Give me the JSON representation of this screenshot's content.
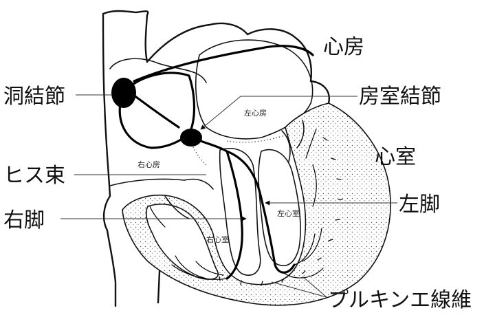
{
  "labels": {
    "sinus_node": "洞結節",
    "atria": "心房",
    "av_node": "房室結節",
    "ventricles": "心室",
    "bundle_of_his": "ヒス束",
    "left_bundle": "左脚",
    "right_bundle": "右脚",
    "purkinje_fibers": "プルキンエ線維"
  },
  "chambers": {
    "left_atrium": "左心房",
    "right_atrium": "右心房",
    "left_ventricle": "左心室",
    "right_ventricle": "右心室"
  }
}
